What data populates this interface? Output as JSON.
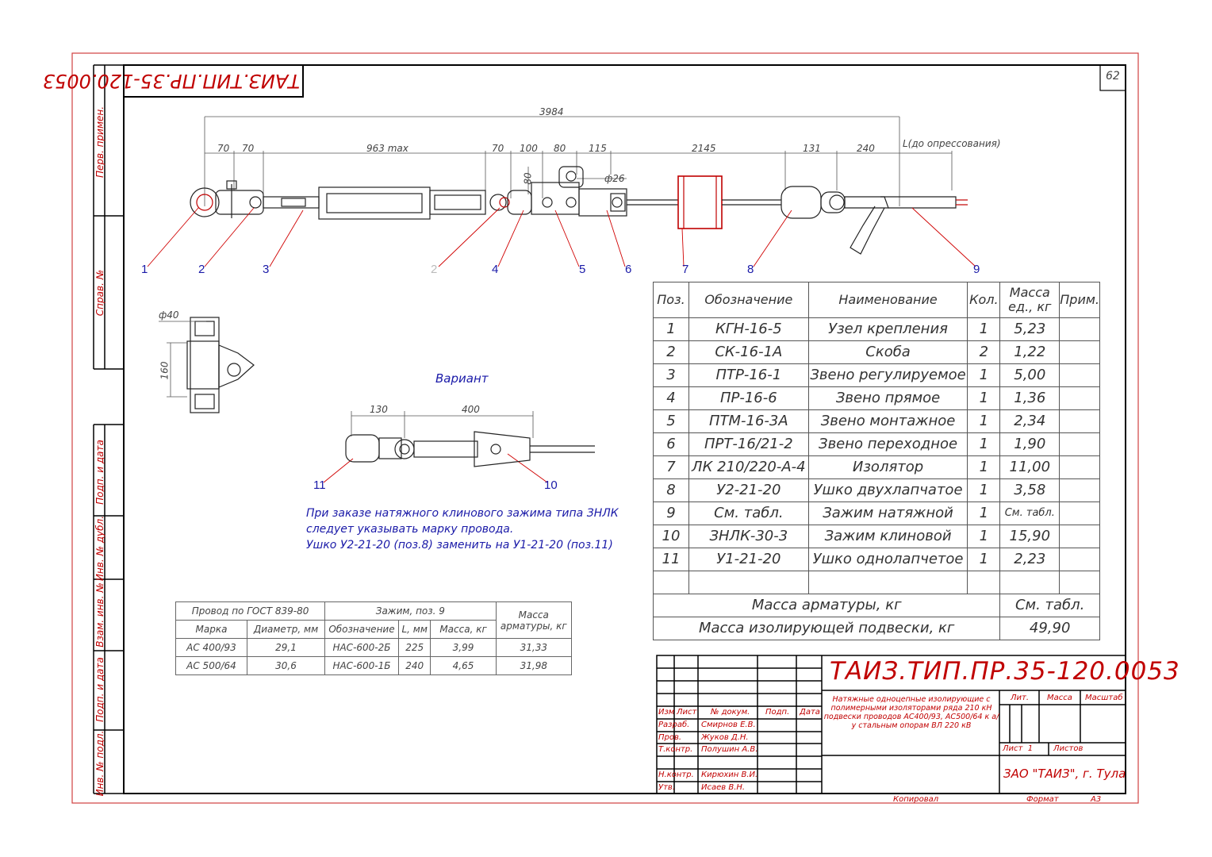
{
  "sheet_number": "62",
  "rotated_code": "ТАИЗ.ТИП.ПР.35-120.0053",
  "side_labels": [
    "Перв. примен.",
    "Справ. №",
    "Подп. и дата",
    "Инв. № дубл.",
    "Взам. инв. №",
    "Подп. и дата",
    "Инв. № подл."
  ],
  "dimensions": {
    "overall": "3984",
    "d70a": "70",
    "d70b": "70",
    "d963": "963 max",
    "d70c": "70",
    "d100": "100",
    "d80": "80",
    "d115": "115",
    "d2145": "2145",
    "d131": "131",
    "d240": "240",
    "L": "L(до опрессования)",
    "d80v": "80",
    "phi26": "ф26",
    "phi40": "ф40",
    "d160": "160",
    "v130": "130",
    "v400": "400"
  },
  "position_labels": [
    "1",
    "2",
    "3",
    "2",
    "4",
    "5",
    "6",
    "7",
    "8",
    "9"
  ],
  "variant": {
    "title": "Вариант",
    "labels": [
      "11",
      "10"
    ]
  },
  "note": {
    "line1": "При заказе натяжного клинового зажима типа ЗНЛК",
    "line2": "следует указывать марку провода.",
    "line3": "Ушко У2-21-20 (поз.8) заменить на У1-21-20 (поз.11)"
  },
  "spec_table": {
    "headers": [
      "Поз.",
      "Обозначение",
      "Наименование",
      "Кол.",
      "Масса ед., кг",
      "Прим."
    ],
    "rows": [
      [
        "1",
        "КГН-16-5",
        "Узел крепления",
        "1",
        "5,23",
        ""
      ],
      [
        "2",
        "СК-16-1А",
        "Скоба",
        "2",
        "1,22",
        ""
      ],
      [
        "3",
        "ПТР-16-1",
        "Звено регулируемое",
        "1",
        "5,00",
        ""
      ],
      [
        "4",
        "ПР-16-6",
        "Звено прямое",
        "1",
        "1,36",
        ""
      ],
      [
        "5",
        "ПТМ-16-3А",
        "Звено монтажное",
        "1",
        "2,34",
        ""
      ],
      [
        "6",
        "ПРТ-16/21-2",
        "Звено переходное",
        "1",
        "1,90",
        ""
      ],
      [
        "7",
        "ЛК 210/220-А-4",
        "Изолятор",
        "1",
        "11,00",
        ""
      ],
      [
        "8",
        "У2-21-20",
        "Ушко двухлапчатое",
        "1",
        "3,58",
        ""
      ],
      [
        "9",
        "См. табл.",
        "Зажим натяжной",
        "1",
        "См. табл.",
        ""
      ],
      [
        "10",
        "ЗНЛК-30-3",
        "Зажим клиновой",
        "1",
        "15,90",
        ""
      ],
      [
        "11",
        "У1-21-20",
        "Ушко однолапчетое",
        "1",
        "2,23",
        ""
      ]
    ],
    "mass_fittings_label": "Масса арматуры, кг",
    "mass_fittings_value": "См. табл.",
    "mass_total_label": "Масса изолирующей подвески, кг",
    "mass_total_value": "49,90"
  },
  "wire_table": {
    "group1": "Провод по ГОСТ 839-80",
    "group2": "Зажим, поз. 9",
    "group3": "Масса арматуры, кг",
    "sub": [
      "Марка",
      "Диаметр, мм",
      "Обозначение",
      "L, мм",
      "Масса, кг"
    ],
    "rows": [
      [
        "АС 400/93",
        "29,1",
        "НАС-600-2Б",
        "225",
        "3,99",
        "31,33"
      ],
      [
        "АС 500/64",
        "30,6",
        "НАС-600-1Б",
        "240",
        "4,65",
        "31,98"
      ]
    ]
  },
  "title_block": {
    "code": "ТАИЗ.ТИП.ПР.35-120.0053",
    "description": [
      "Натяжные одноцепные изолирующие с",
      "полимерными изоляторами ряда 210 кН",
      "подвески проводов АС400/93, АС500/64 к а/",
      "у стальным опорам ВЛ 220 кВ"
    ],
    "col_headers": [
      "Изм",
      "Лист",
      "№ докум.",
      "Подп.",
      "Дата"
    ],
    "roles": [
      [
        "Разраб.",
        "Смирнов Е.В."
      ],
      [
        "Пров.",
        "Жуков Д.Н."
      ],
      [
        "Т.контр.",
        "Полушин А.В."
      ],
      [
        "Н.контр.",
        "Кирюхин В.И."
      ],
      [
        "Утв.",
        "Исаев В.Н."
      ]
    ],
    "lit": "Лит.",
    "mass": "Масса",
    "scale": "Масштаб",
    "sheet": "Лист  1",
    "sheets": "Листов",
    "company": "ЗАО \"ТАИЗ\", г. Тула",
    "copied": "Копировал",
    "format_label": "Формат",
    "format_value": "А3"
  }
}
